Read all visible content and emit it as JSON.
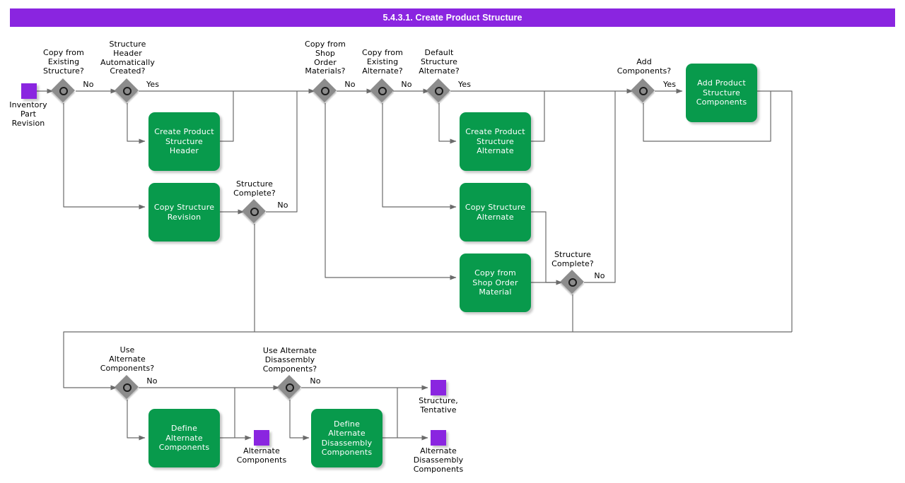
{
  "header": {
    "title": "5.4.3.1. Create Product Structure",
    "bar_color": "#8a25e0",
    "text_color": "#ffffff"
  },
  "palette": {
    "task_fill": "#089a4c",
    "task_text": "#ffffff",
    "event_fill": "#8a25e0",
    "gateway_fill": "#8c8c8c",
    "gateway_ring": "#1a1a1a",
    "edge_stroke": "#6b6b6b",
    "background": "#ffffff"
  },
  "events": [
    {
      "id": "ev-inventory-part-revision",
      "label": "Inventory\nPart\nRevision"
    },
    {
      "id": "ev-alternate-components",
      "label": "Alternate\nComponents"
    },
    {
      "id": "ev-structure-tentative",
      "label": "Structure,\nTentative"
    },
    {
      "id": "ev-alternate-disassembly-components",
      "label": "Alternate\nDisassembly\nComponents"
    }
  ],
  "gateways": [
    {
      "id": "gw-copy-existing-structure",
      "label": "Copy from\nExisting\nStructure?",
      "branch": "No"
    },
    {
      "id": "gw-structure-header-auto",
      "label": "Structure\nHeader\nAutomatically\nCreated?",
      "branch": "Yes"
    },
    {
      "id": "gw-structure-complete-1",
      "label": "Structure\nComplete?",
      "branch": "No"
    },
    {
      "id": "gw-copy-shop-order-materials",
      "label": "Copy from\nShop\nOrder\nMaterials?",
      "branch": "No"
    },
    {
      "id": "gw-copy-existing-alternate",
      "label": "Copy from\nExisting\nAlternate?",
      "branch": "No"
    },
    {
      "id": "gw-default-structure-alternate",
      "label": "Default\nStructure\nAlternate?",
      "branch": "Yes"
    },
    {
      "id": "gw-structure-complete-2",
      "label": "Structure\nComplete?",
      "branch": "No"
    },
    {
      "id": "gw-add-components",
      "label": "Add\nComponents?",
      "branch": "Yes"
    },
    {
      "id": "gw-use-alternate-components",
      "label": "Use\nAlternate\nComponents?",
      "branch": "No"
    },
    {
      "id": "gw-use-alternate-disassembly-components",
      "label": "Use Alternate\nDisassembly\nComponents?",
      "branch": "No"
    }
  ],
  "tasks": [
    {
      "id": "task-create-product-structure-header",
      "label": "Create Product\nStructure\nHeader"
    },
    {
      "id": "task-copy-structure-revision",
      "label": "Copy Structure\nRevision"
    },
    {
      "id": "task-create-product-structure-alternate",
      "label": "Create Product\nStructure\nAlternate"
    },
    {
      "id": "task-copy-structure-alternate",
      "label": "Copy Structure\nAlternate"
    },
    {
      "id": "task-copy-from-shop-order-material",
      "label": "Copy from Shop\nOrder Material"
    },
    {
      "id": "task-add-product-structure-components",
      "label": "Add Product\nStructure\nComponents"
    },
    {
      "id": "task-define-alternate-components",
      "label": "Define Alternate\nComponents"
    },
    {
      "id": "task-define-alternate-disassembly-components",
      "label": "Define Alternate\nDisassembly\nComponents"
    }
  ]
}
